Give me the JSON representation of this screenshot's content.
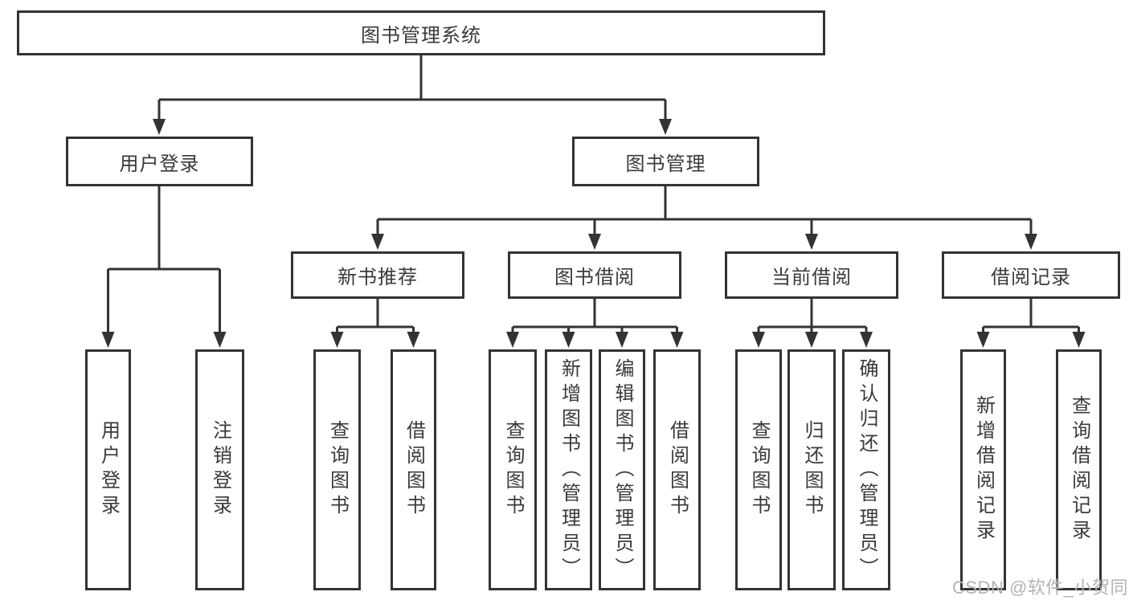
{
  "tree": {
    "root": "图书管理系统",
    "branches": [
      {
        "label": "用户登录",
        "children": [
          "用户登录",
          "注销登录"
        ]
      },
      {
        "label": "图书管理",
        "children": [
          {
            "label": "新书推荐",
            "children": [
              "查询图书",
              "借阅图书"
            ]
          },
          {
            "label": "图书借阅",
            "children": [
              "查询图书",
              "新增图书（管理员）",
              "编辑图书（管理员）",
              "借阅图书"
            ]
          },
          {
            "label": "当前借阅",
            "children": [
              "查询图书",
              "归还图书",
              "确认归还（管理员）"
            ]
          },
          {
            "label": "借阅记录",
            "children": [
              "新增借阅记录",
              "查询借阅记录"
            ]
          }
        ]
      }
    ]
  },
  "watermark": "CSDN @软件_小贺同学",
  "colors": {
    "line": "#333333",
    "text": "#3a3a3a",
    "box_background": "#ffffff",
    "page_background": "#ffffff",
    "watermark": "#b3b3b3"
  }
}
